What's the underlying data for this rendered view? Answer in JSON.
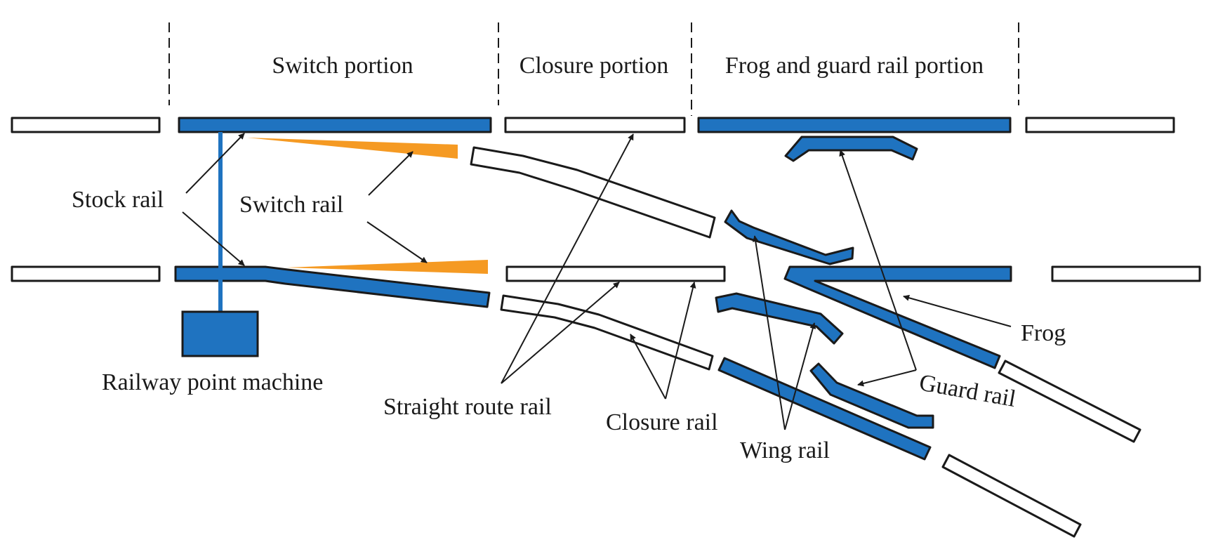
{
  "sections": {
    "switch": "Switch portion",
    "closure": "Closure portion",
    "frog_guard": "Frog and guard rail portion"
  },
  "labels": {
    "stock_rail": "Stock rail",
    "switch_rail": "Switch rail",
    "point_machine": "Railway point machine",
    "straight_route_rail": "Straight route rail",
    "closure_rail": "Closure rail",
    "wing_rail": "Wing rail",
    "guard_rail": "Guard rail",
    "frog": "Frog"
  },
  "colors": {
    "blue_rail": "#1f73c0",
    "switch_rail": "#f59a23",
    "outline": "#1a1a1a"
  }
}
